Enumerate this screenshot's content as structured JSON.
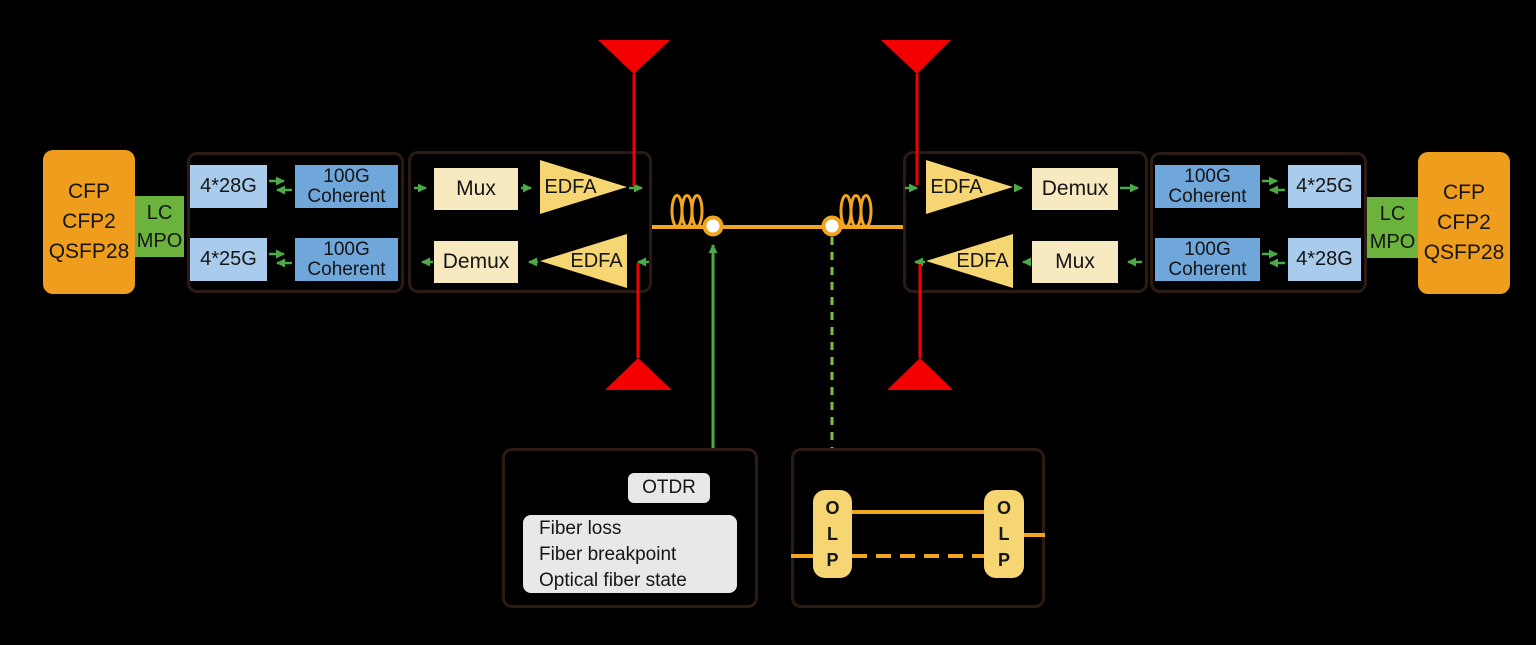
{
  "colors": {
    "background": "#000000",
    "border": "#2b1b12",
    "orange": "#ee9d1c",
    "green": "#6cb33e",
    "blue-light": "#a9cbec",
    "blue-mid": "#70a7db",
    "cream": "#f8eac0",
    "yellow": "#f6d573",
    "red": "#f40000",
    "arrow-green": "#4da948",
    "dash-green": "#7dc142",
    "fiber": "#f2a51f",
    "gray": "#e8e8e8"
  },
  "left": {
    "transceiver": [
      "CFP",
      "CFP2",
      "QSFP28"
    ],
    "connector": [
      "LC",
      "MPO"
    ],
    "client_rows": [
      {
        "port": "4*28G",
        "module_l1": "100G",
        "module_l2": "Coherent"
      },
      {
        "port": "4*25G",
        "module_l1": "100G",
        "module_l2": "Coherent"
      }
    ],
    "mux_label": "Mux",
    "demux_label": "Demux",
    "edfa_tx": "EDFA",
    "edfa_rx": "EDFA"
  },
  "right": {
    "transceiver": [
      "CFP",
      "CFP2",
      "QSFP28"
    ],
    "connector": [
      "LC",
      "MPO"
    ],
    "client_rows": [
      {
        "module_l1": "100G",
        "module_l2": "Coherent",
        "port": "4*25G"
      },
      {
        "module_l1": "100G",
        "module_l2": "Coherent",
        "port": "4*28G"
      }
    ],
    "mux_label": "Mux",
    "demux_label": "Demux",
    "edfa_rx": "EDFA",
    "edfa_tx": "EDFA"
  },
  "monitoring": {
    "otdr_title": "OTDR",
    "otdr_info": [
      "Fiber loss",
      "Fiber breakpoint",
      "Optical fiber state"
    ],
    "olp_left": [
      "O",
      "L",
      "P"
    ],
    "olp_right": [
      "O",
      "L",
      "P"
    ]
  }
}
